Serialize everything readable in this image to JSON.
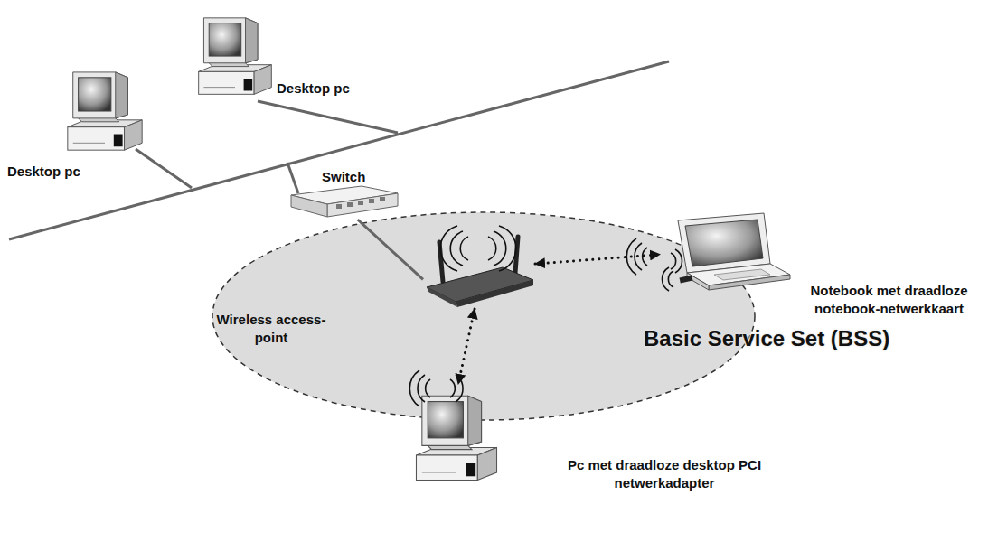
{
  "diagram": {
    "nodes": [
      {
        "text": [
          "Desktop pc"
        ]
      },
      {
        "text": [
          "Desktop pc"
        ]
      },
      {
        "text": [
          "Switch"
        ]
      },
      {
        "text": [
          "Notebook met draadloze notebook-netwerkkaart"
        ]
      },
      {
        "text": [
          "Wireless access-point"
        ]
      },
      {
        "text": [
          "Pc met draadloze desktop PCI netwerkadapter"
        ]
      }
    ],
    "edges": [
      {
        "from": 2,
        "to": 4,
        "arrow": "none"
      },
      {
        "from": 4,
        "to": 3,
        "arrow": "both"
      },
      {
        "from": 4,
        "to": 5,
        "arrow": "both"
      }
    ],
    "labels": [
      "Basic Service Set (BSS)"
    ]
  }
}
